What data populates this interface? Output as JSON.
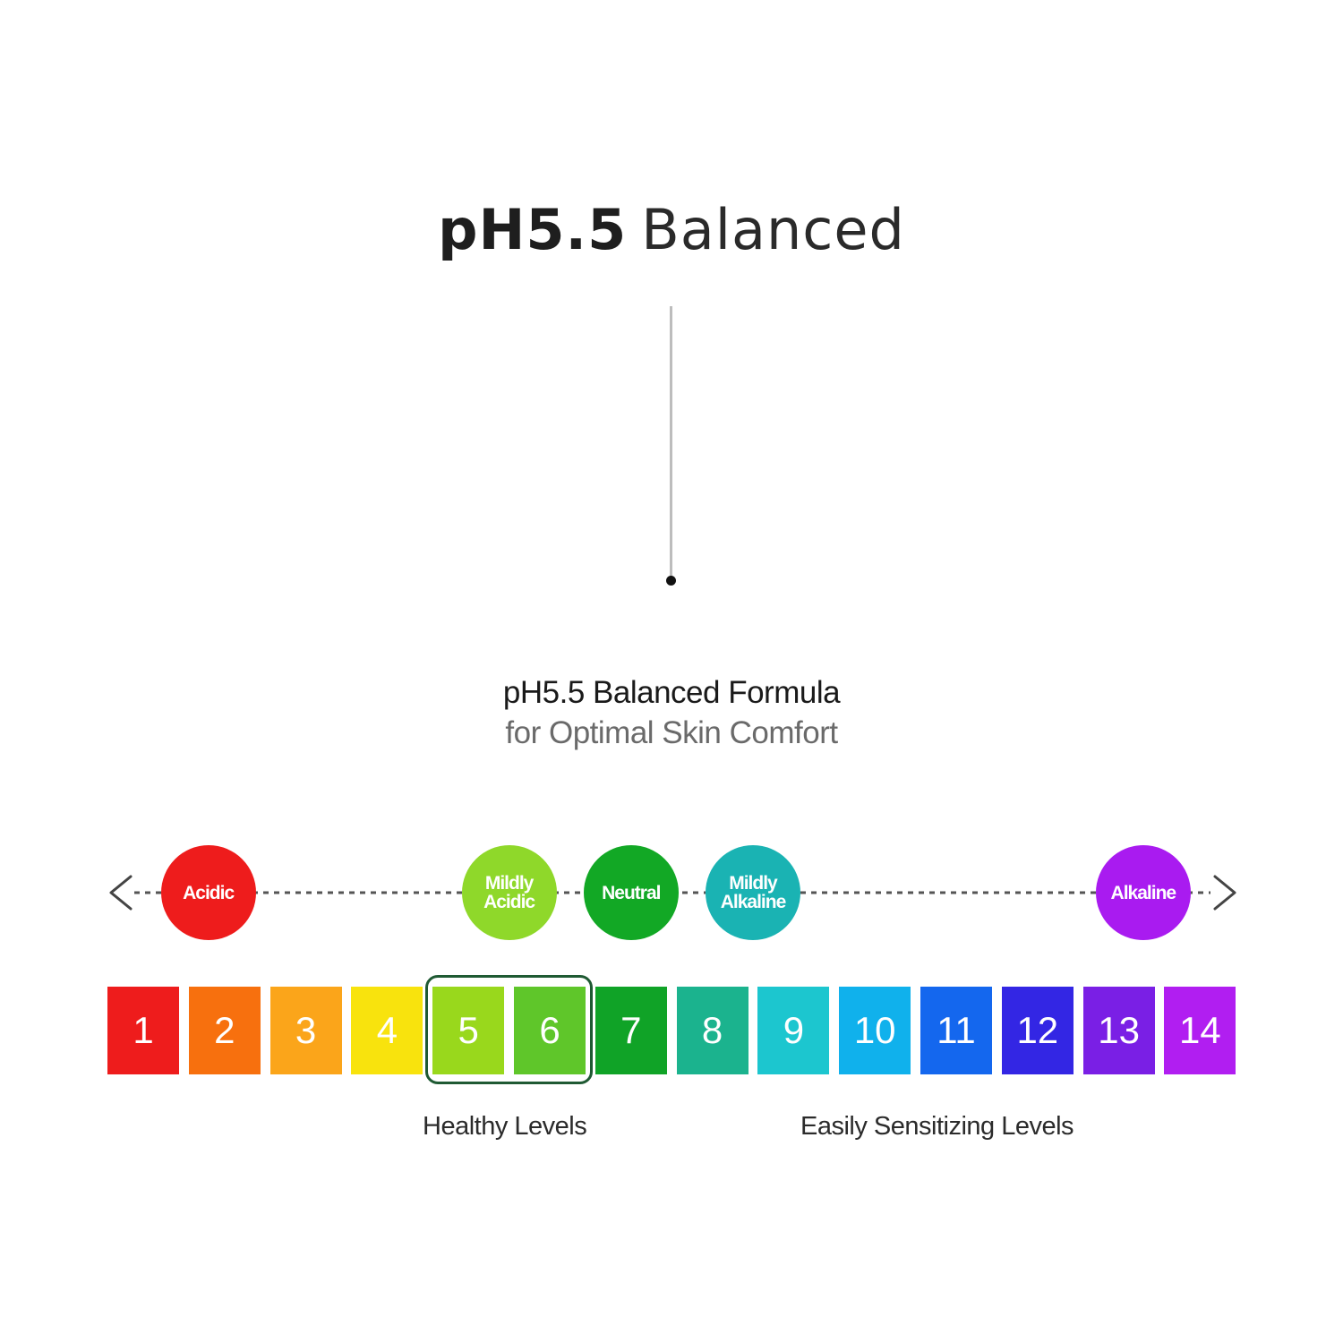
{
  "title": {
    "strong": "pH5.5",
    "light": "Balanced"
  },
  "subtitle": {
    "line1": "pH5.5 Balanced Formula",
    "line2": "for Optimal Skin Comfort"
  },
  "badges": [
    {
      "label": "Acidic",
      "color": "#ee1c1c",
      "at_ph": 1.8
    },
    {
      "label": "Mildly\nAcidic",
      "color": "#8fd82a",
      "at_ph": 5.5
    },
    {
      "label": "Neutral",
      "color": "#12a825",
      "at_ph": 7
    },
    {
      "label": "Mildly\nAlkaline",
      "color": "#1ab3b3",
      "at_ph": 8.5
    },
    {
      "label": "Alkaline",
      "color": "#a91bf0",
      "at_ph": 13.3
    }
  ],
  "scale": [
    {
      "value": "1",
      "color": "#ee1c1c"
    },
    {
      "value": "2",
      "color": "#f7700e"
    },
    {
      "value": "3",
      "color": "#fba51a"
    },
    {
      "value": "4",
      "color": "#f8e30d"
    },
    {
      "value": "5",
      "color": "#99d81c"
    },
    {
      "value": "6",
      "color": "#5fc62a"
    },
    {
      "value": "7",
      "color": "#10a327"
    },
    {
      "value": "8",
      "color": "#1bb38e"
    },
    {
      "value": "9",
      "color": "#1cc6cf"
    },
    {
      "value": "10",
      "color": "#10b1ec"
    },
    {
      "value": "11",
      "color": "#1467ee"
    },
    {
      "value": "12",
      "color": "#3326e4"
    },
    {
      "value": "13",
      "color": "#7a1fe5"
    },
    {
      "value": "14",
      "color": "#b11ef1"
    }
  ],
  "healthy_range": [
    5,
    6
  ],
  "levels": {
    "healthy": "Healthy Levels",
    "sensitizing": "Easily Sensitizing Levels"
  }
}
